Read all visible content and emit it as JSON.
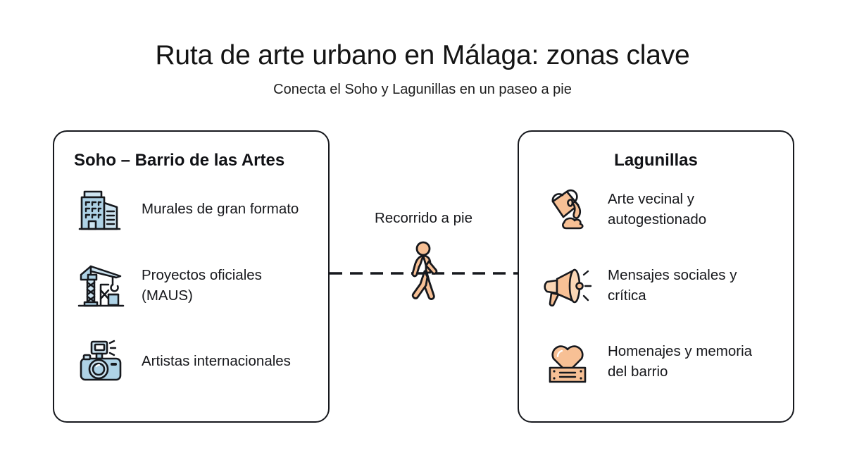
{
  "header": {
    "title": "Ruta de arte urbano en Málaga: zonas clave",
    "subtitle": "Conecta el Soho y Lagunillas en un paseo a pie"
  },
  "colors": {
    "outline": "#16181d",
    "blue_fill": "#aed2e6",
    "blue_fill_light": "#cde4f1",
    "peach_fill": "#f7c095",
    "peach_fill_light": "#fad6b5",
    "background": "#ffffff",
    "text": "#17181c"
  },
  "cards": [
    {
      "id": "soho",
      "title": "Soho – Barrio de las Artes",
      "accent": "#aed2e6",
      "items": [
        {
          "icon": "office-buildings-icon",
          "label": "Murales de gran formato"
        },
        {
          "icon": "construction-crane-icon",
          "label": "Proyectos oficiales (MAUS)"
        },
        {
          "icon": "camera-icon",
          "label": "Artistas internacionales"
        }
      ]
    },
    {
      "id": "lagunillas",
      "title": "Lagunillas",
      "accent": "#f7c095",
      "items": [
        {
          "icon": "paint-bucket-icon",
          "label": "Arte vecinal y autogestionado"
        },
        {
          "icon": "megaphone-icon",
          "label": "Mensajes sociales y crítica"
        },
        {
          "icon": "heart-plaque-icon",
          "label": "Homenajes y memoria del barrio"
        }
      ]
    }
  ],
  "connector": {
    "label": "Recorrido a pie",
    "icon": "walking-person-icon",
    "line_style": "dashed"
  }
}
